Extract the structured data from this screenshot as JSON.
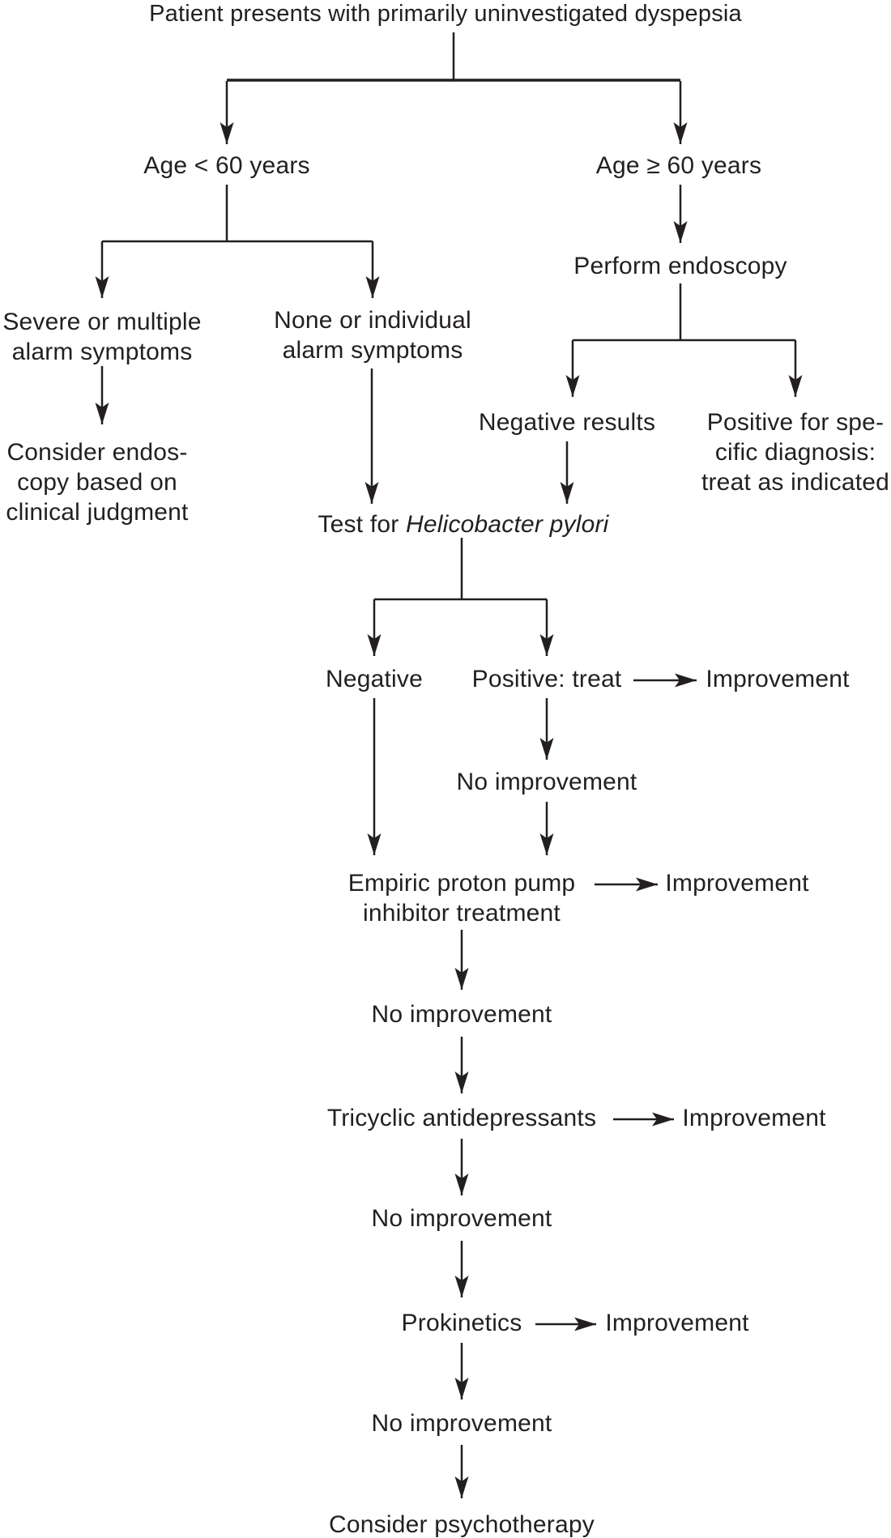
{
  "colors": {
    "ink": "#231f20",
    "background": "#ffffff"
  },
  "diagram": {
    "type": "flowchart",
    "title": "Patient presents with primarily uninvestigated dyspepsia",
    "nodes": {
      "age_lt_60": {
        "label": "Age < 60 years"
      },
      "age_gte_60": {
        "label": "Age ≥ 60 years"
      },
      "severe_alarm": {
        "lines": [
          "Severe or multiple",
          "alarm symptoms"
        ]
      },
      "none_alarm": {
        "lines": [
          "None or individual",
          "alarm symptoms"
        ]
      },
      "consider_endoscopy": {
        "lines": [
          "Consider endos-",
          "copy based on",
          "clinical judgment"
        ]
      },
      "perform_endoscopy": {
        "label": "Perform endoscopy"
      },
      "negative_results": {
        "label": "Negative results"
      },
      "positive_specific": {
        "lines": [
          "Positive for spe-",
          "cific diagnosis:",
          "treat as indicated"
        ]
      },
      "test_h_pylori": {
        "prefix": "Test for ",
        "italic": "Helicobacter pylori"
      },
      "negative": {
        "label": "Negative"
      },
      "positive_treat": {
        "label": "Positive: treat"
      },
      "empiric_ppi": {
        "lines": [
          "Empiric proton pump",
          "inhibitor treatment"
        ]
      },
      "tricyclic": {
        "label": "Tricyclic antidepressants"
      },
      "prokinetics": {
        "label": "Prokinetics"
      },
      "psychotherapy": {
        "label": "Consider psychotherapy"
      },
      "improvement": {
        "label": "Improvement"
      },
      "no_improvement": {
        "label": "No improvement"
      }
    }
  }
}
